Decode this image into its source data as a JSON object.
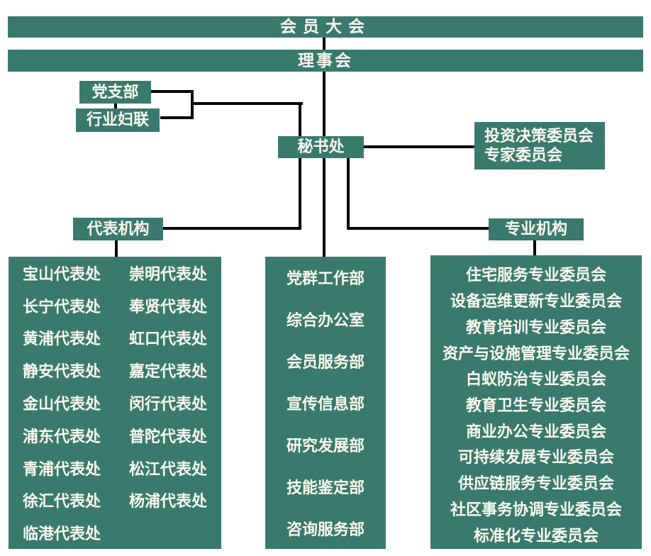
{
  "colors": {
    "box_fill": "#3A7A6C",
    "box_text": "#FBFAF0",
    "connector": "#000000",
    "background": "#FFFFFF"
  },
  "top": {
    "members_assembly": "会员大会",
    "council": "理事会"
  },
  "nodes": {
    "party_branch": "党支部",
    "industry_women_federation": "行业妇联",
    "secretariat": "秘书处",
    "investment_committee_line1": "投资决策委员会",
    "investment_committee_line2": "专家委员会",
    "representative_orgs": "代表机构",
    "professional_orgs": "专业机构"
  },
  "rep_offices": [
    "宝山代表处",
    "崇明代表处",
    "长宁代表处",
    "奉贤代表处",
    "黄浦代表处",
    "虹口代表处",
    "静安代表处",
    "嘉定代表处",
    "金山代表处",
    "闵行代表处",
    "浦东代表处",
    "普陀代表处",
    "青浦代表处",
    "松江代表处",
    "徐汇代表处",
    "杨浦代表处",
    "临港代表处"
  ],
  "departments": [
    "党群工作部",
    "综合办公室",
    "会员服务部",
    "宣传信息部",
    "研究发展部",
    "技能鉴定部",
    "咨询服务部"
  ],
  "committees": [
    "住宅服务专业委员会",
    "设备运维更新专业委员会",
    "教育培训专业委员会",
    "资产与设施管理专业委员会",
    "白蚁防治专业委员会",
    "教育卫生专业委员会",
    "商业办公专业委员会",
    "可持续发展专业委员会",
    "供应链服务专业委员会",
    "社区事务协调专业委员会",
    "标准化专业委员会"
  ]
}
